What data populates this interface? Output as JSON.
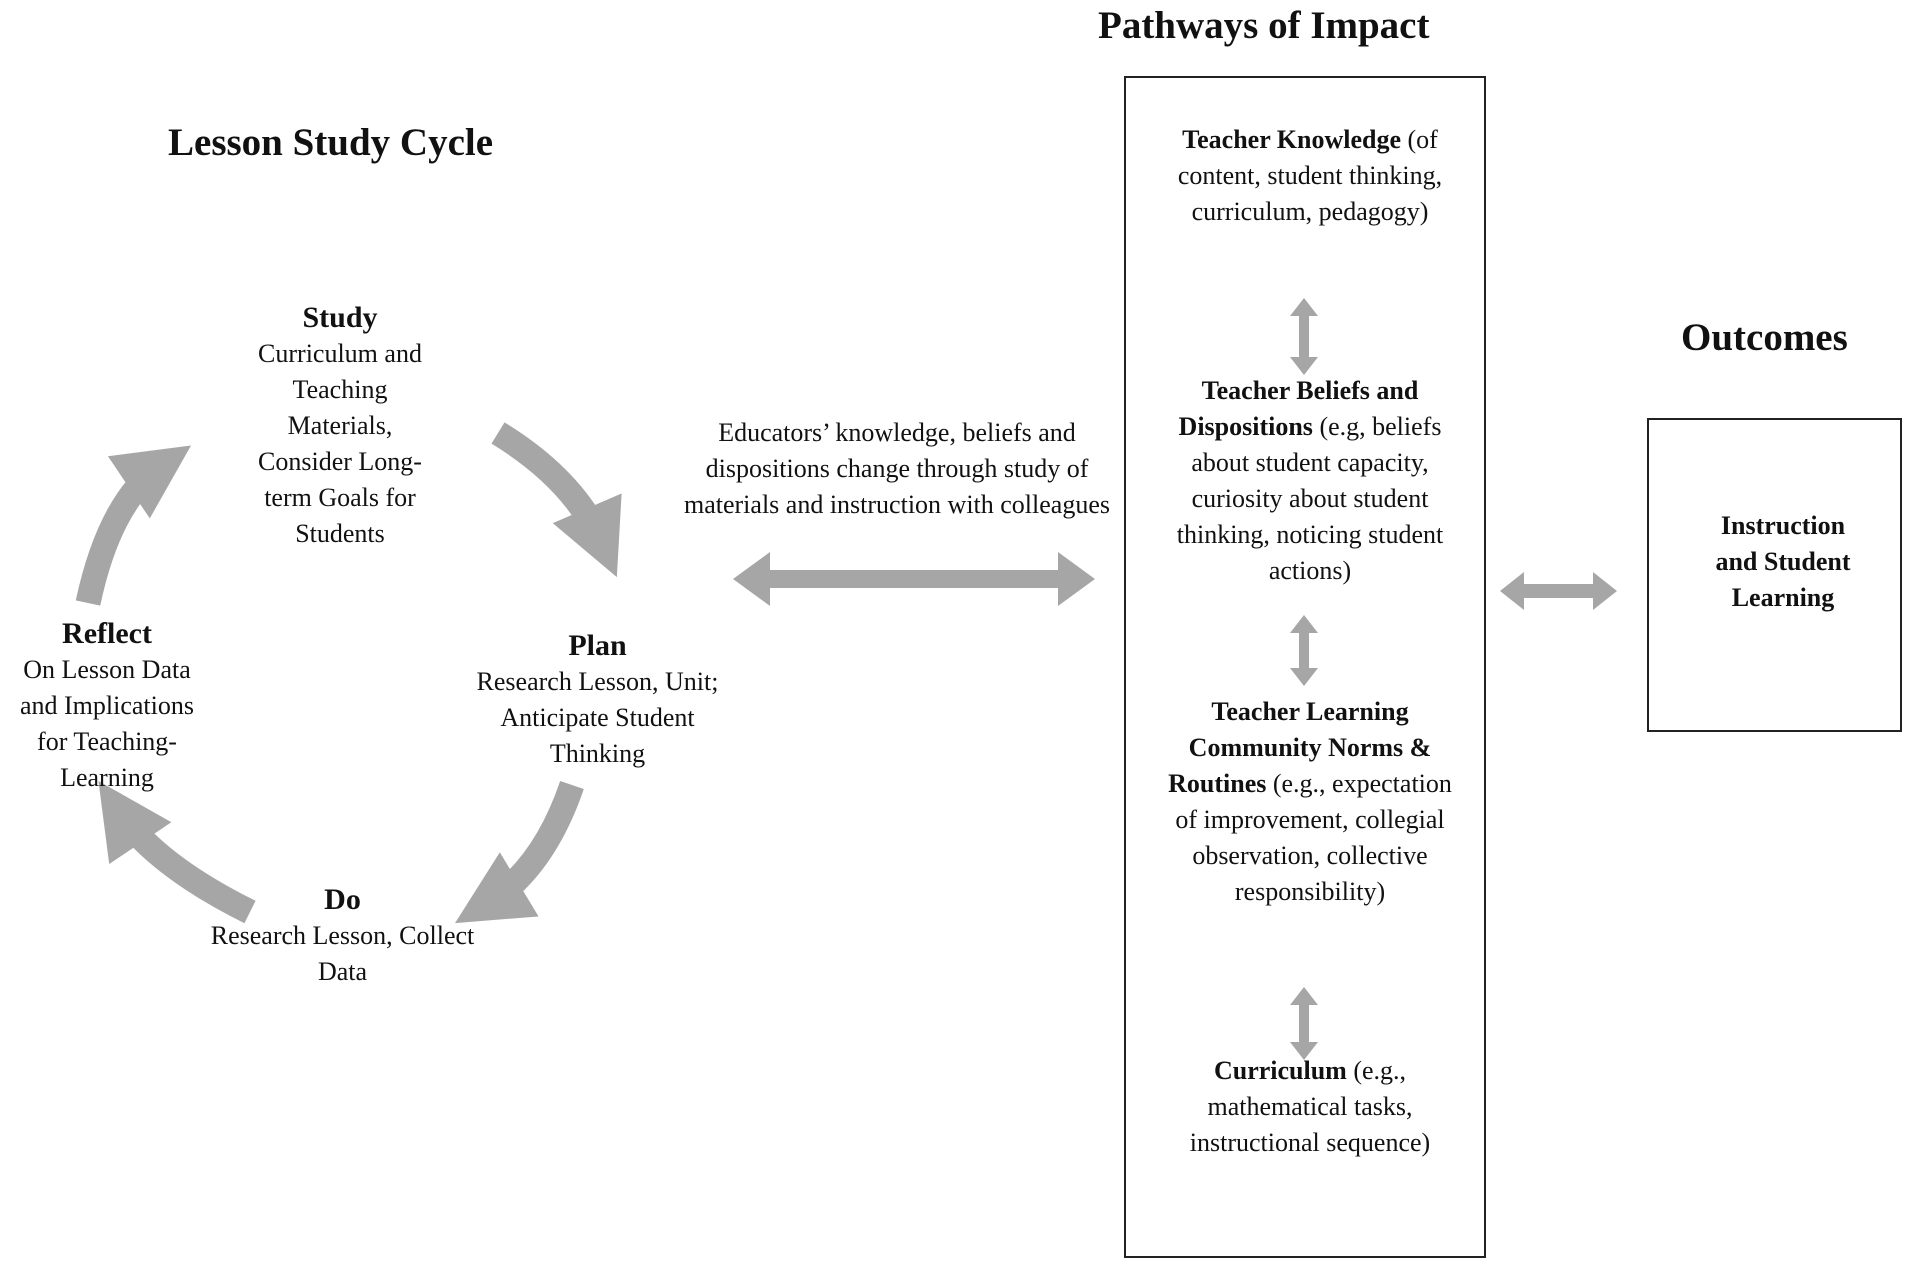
{
  "titles": {
    "cycle": "Lesson Study Cycle",
    "pathways": "Pathways of Impact",
    "outcomes": "Outcomes"
  },
  "cycle": {
    "study": {
      "title": "Study",
      "description": "Curriculum and Teaching Materials, Consider Long-term Goals for Students"
    },
    "plan": {
      "title": "Plan",
      "description": "Research Lesson, Unit; Anticipate Student Thinking"
    },
    "do": {
      "title": "Do",
      "description": "Research Lesson, Collect Data"
    },
    "reflect": {
      "title": "Reflect",
      "description": "On Lesson Data and Implications for Teaching-Learning"
    }
  },
  "link_text": "Educators’ knowledge, beliefs and dispositions change through study of materials and instruction with colleagues",
  "pathways": [
    {
      "bold": "Teacher Knowledge",
      "rest": " (of content, student thinking, curriculum, pedagogy)"
    },
    {
      "bold": "Teacher Beliefs and Dispositions",
      "rest": " (e.g, beliefs about student capacity, curiosity about student thinking, noticing student actions)"
    },
    {
      "bold": "Teacher Learning Community Norms & Routines",
      "rest": " (e.g., expectation of improvement, collegial observation, collective responsibility)"
    },
    {
      "bold": "Curriculum",
      "rest": " (e.g., mathematical tasks, instructional sequence)"
    }
  ],
  "outcome": "Instruction and Student Learning",
  "colors": {
    "arrow": "#a6a6a6",
    "border": "#222222",
    "text": "#111111"
  }
}
